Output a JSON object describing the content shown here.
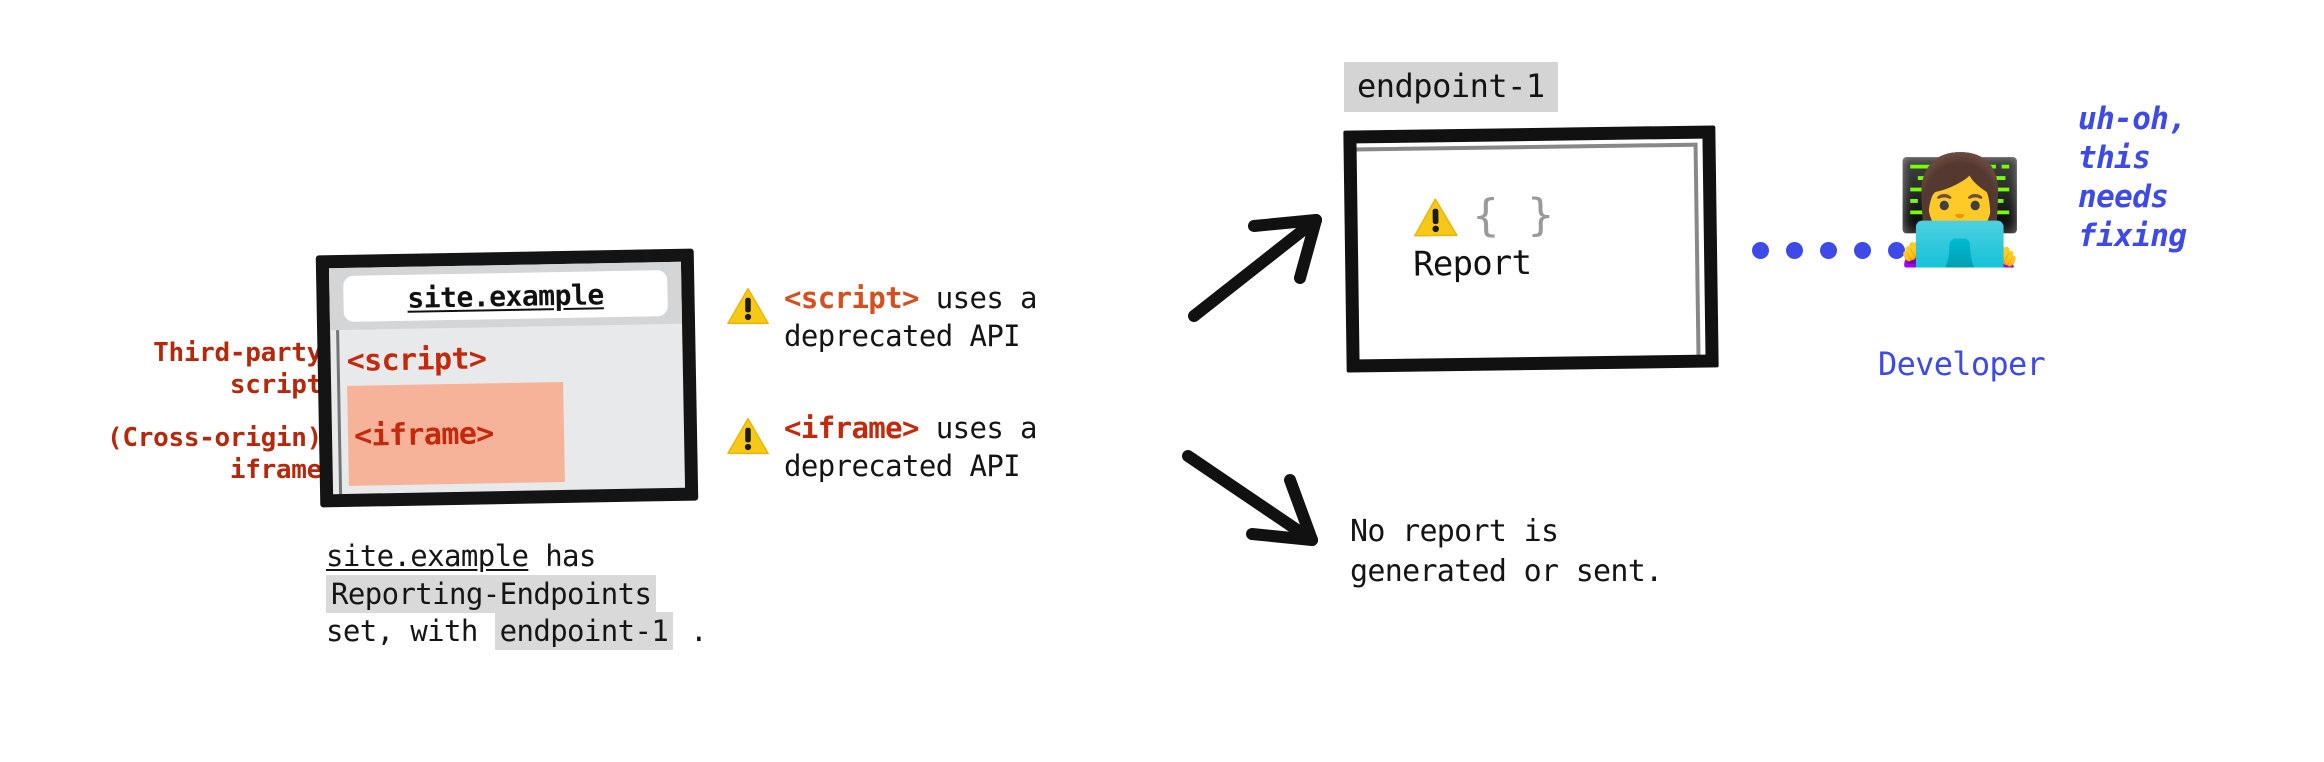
{
  "diagram": {
    "title": "Reporting endpoints: third-party script vs cross-origin iframe",
    "colors": {
      "red": "#c4290c",
      "orange": "#d4501e",
      "blue": "#3d4ae8",
      "warning_yellow": "#f5c518",
      "chip_gray": "#d4d4d4",
      "iframe_highlight": "#f7b39a",
      "browser_body": "#e8e9ea",
      "browser_chrome": "#d4d5d7"
    },
    "left_labels": {
      "script_label_line1": "Third-party",
      "script_label_line2": "script",
      "iframe_label_line1": "(Cross-origin)",
      "iframe_label_line2": "iframe"
    },
    "browser": {
      "url": "site.example",
      "script_tag": "<script>",
      "iframe_tag": "<iframe>"
    },
    "browser_caption": {
      "site": "site.example",
      "has": " has",
      "header": "Reporting-Endpoints",
      "set_with": "set, with ",
      "endpoint": "endpoint-1",
      "period": " ."
    },
    "warnings": [
      {
        "icon": "warning-triangle-icon",
        "tag": "<script>",
        "tag_color": "orange",
        "rest_line1": " uses a",
        "line2": "deprecated API"
      },
      {
        "icon": "warning-triangle-icon",
        "tag": "<iframe>",
        "tag_color": "red",
        "rest_line1": " uses a",
        "line2": "deprecated API"
      }
    ],
    "report": {
      "endpoint_label": "endpoint-1",
      "icon": "warning-triangle-icon",
      "braces": "{ }",
      "label": "Report"
    },
    "no_report": {
      "line1": "No report is",
      "line2": "generated or sent."
    },
    "developer": {
      "emoji": "👩‍💻",
      "label": "Developer",
      "speech_line1": "uh-oh,",
      "speech_line2": "this",
      "speech_line3": "needs",
      "speech_line4": "fixing",
      "dot_count": 6
    }
  }
}
